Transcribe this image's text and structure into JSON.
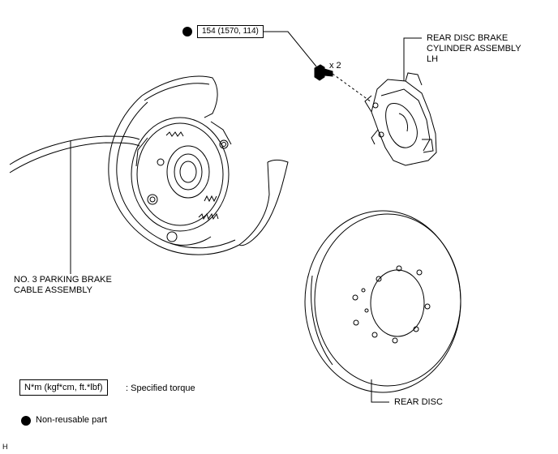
{
  "torque_box": {
    "value": "154 (1570, 114)"
  },
  "bolt_qty": "x 2",
  "labels": {
    "caliper": "REAR DISC BRAKE\nCYLINDER ASSEMBLY\nLH",
    "cable": "NO. 3 PARKING BRAKE\nCABLE ASSEMBLY",
    "disc": "REAR DISC"
  },
  "legend": {
    "unit_box": "N*m (kgf*cm, ft.*lbf)",
    "unit_desc": ": Specified torque",
    "nonreusable_desc": "Non-reusable part"
  },
  "figure_code": "H",
  "colors": {
    "line": "#000000",
    "background": "#ffffff"
  }
}
